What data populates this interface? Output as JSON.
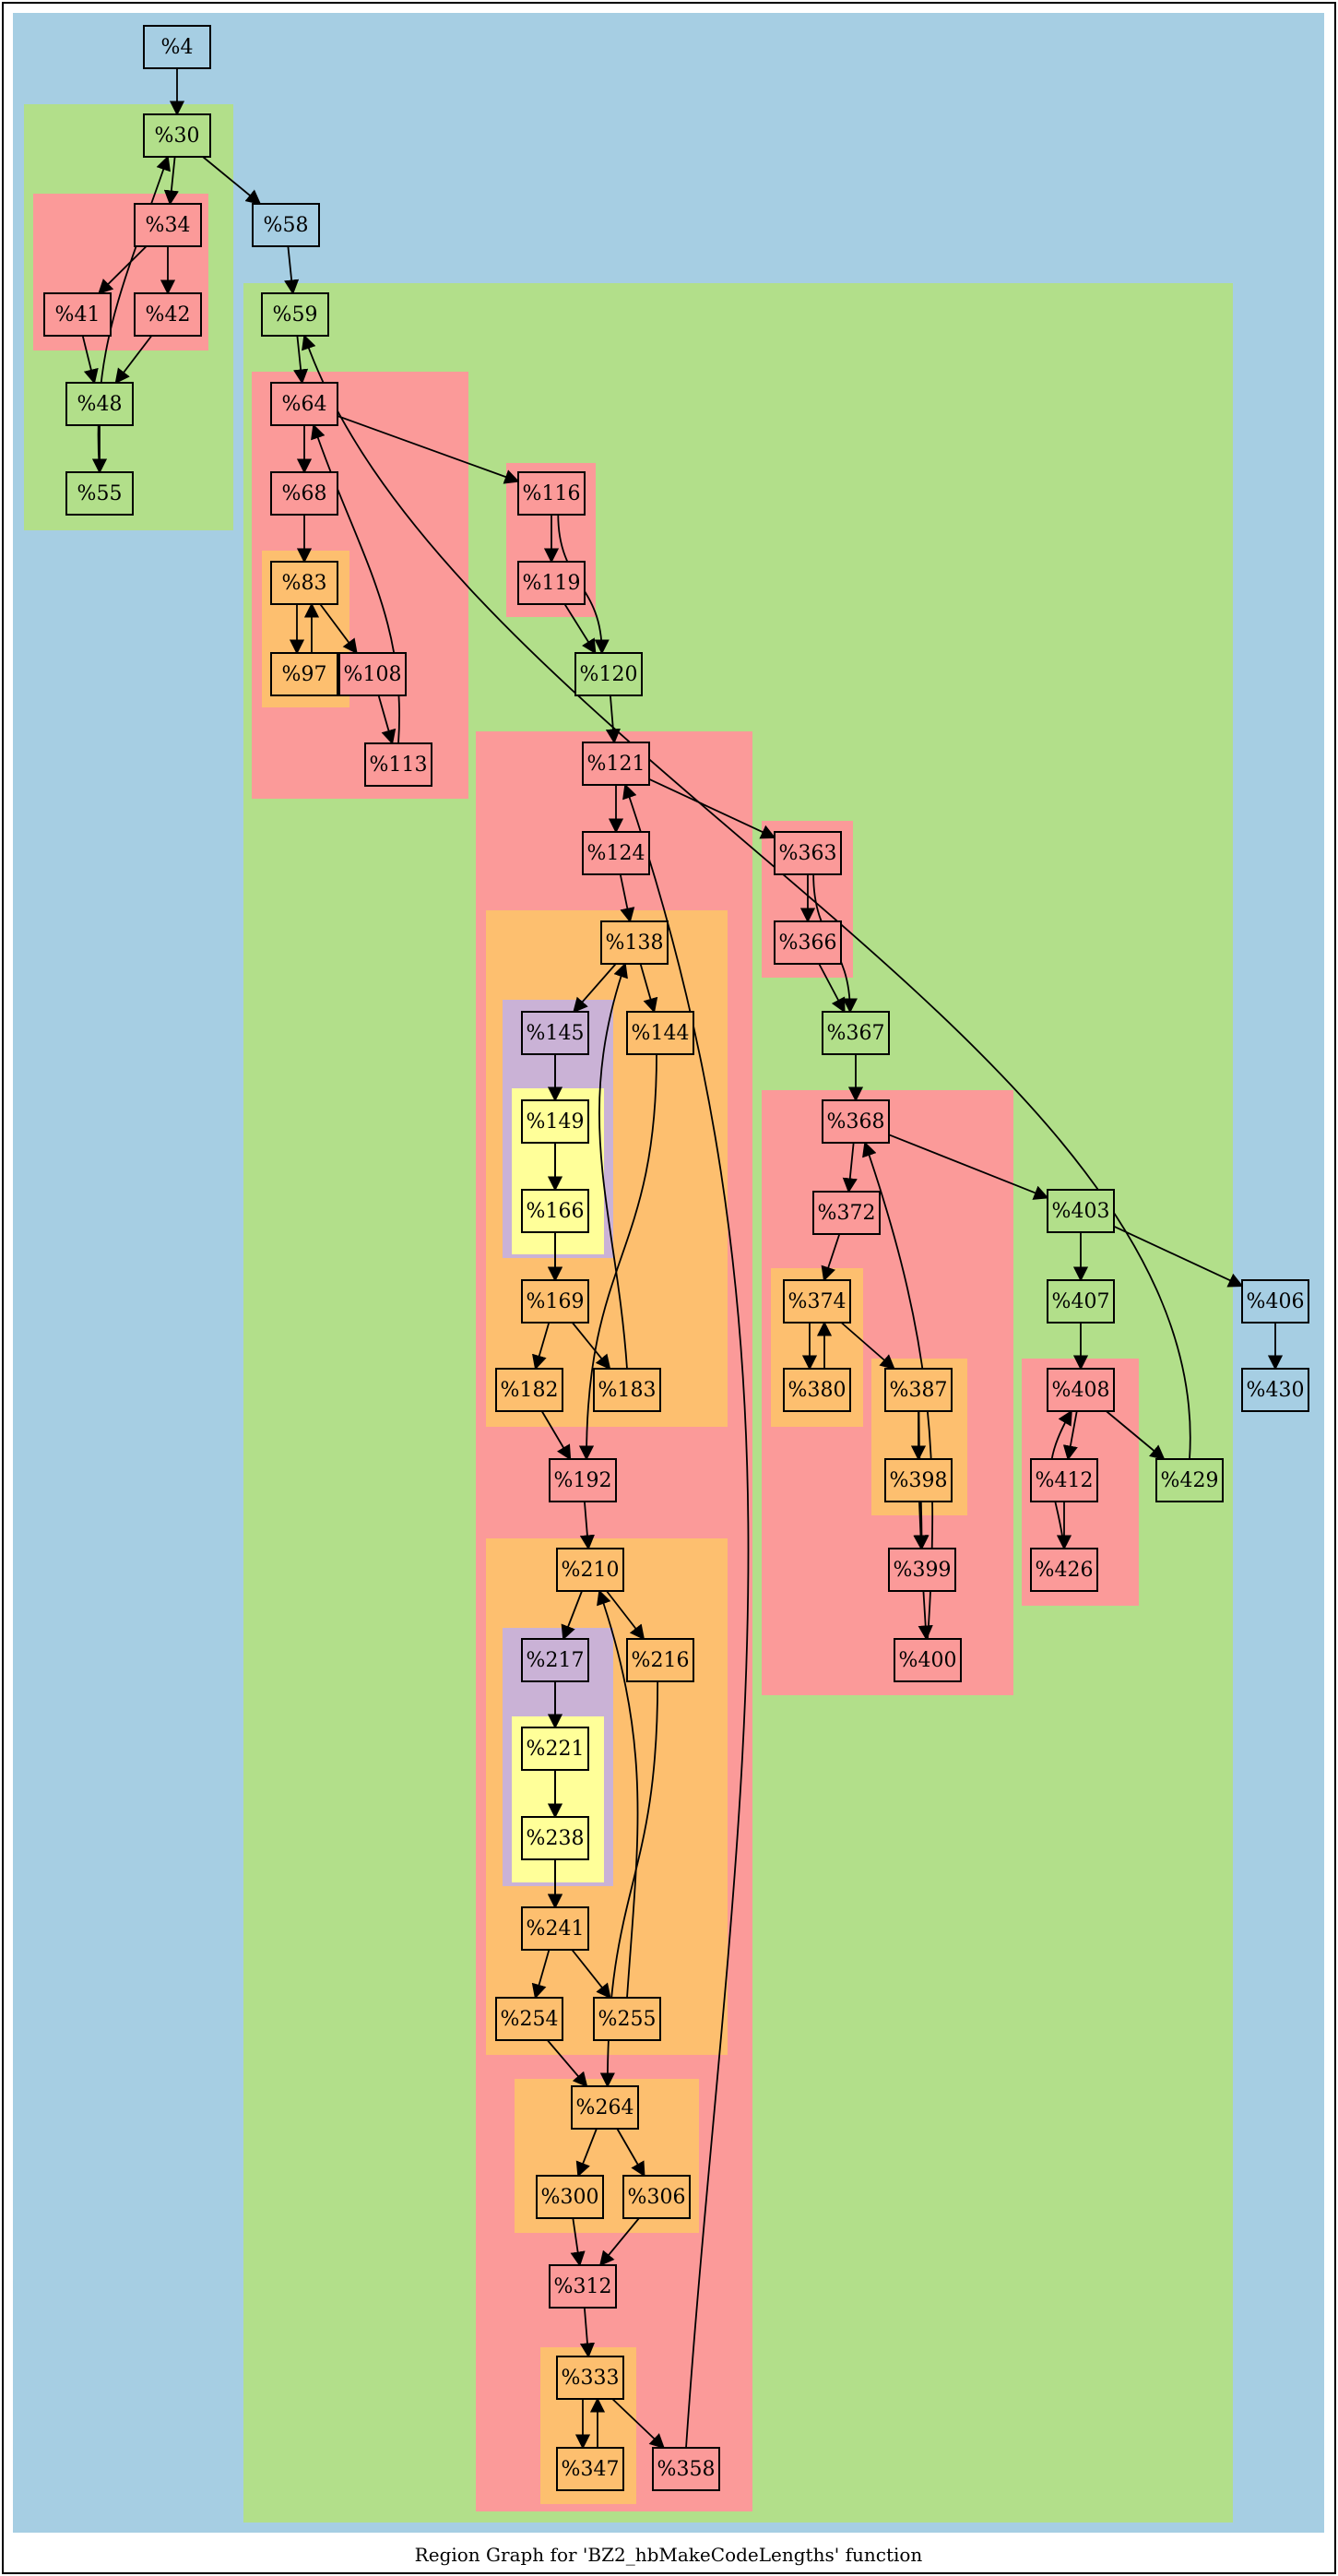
{
  "caption": "Region Graph for 'BZ2_hbMakeCodeLengths' function",
  "colors": {
    "frame_border": "#000000",
    "region_blue": "#a6cee3",
    "region_green": "#b2df8a",
    "region_red": "#fb9a99",
    "region_orange": "#fdbf6f",
    "region_purple": "#cab2d6",
    "region_yellow": "#ffff99",
    "edge": "#000000"
  },
  "nodes": [
    {
      "id": "n4",
      "label": "%4",
      "fill": "blue"
    },
    {
      "id": "n30",
      "label": "%30",
      "fill": "green"
    },
    {
      "id": "n34",
      "label": "%34",
      "fill": "red"
    },
    {
      "id": "n41",
      "label": "%41",
      "fill": "red"
    },
    {
      "id": "n42",
      "label": "%42",
      "fill": "red"
    },
    {
      "id": "n48",
      "label": "%48",
      "fill": "green"
    },
    {
      "id": "n55",
      "label": "%55",
      "fill": "green"
    },
    {
      "id": "n58",
      "label": "%58",
      "fill": "blue"
    },
    {
      "id": "n59",
      "label": "%59",
      "fill": "green"
    },
    {
      "id": "n64",
      "label": "%64",
      "fill": "red"
    },
    {
      "id": "n68",
      "label": "%68",
      "fill": "red"
    },
    {
      "id": "n83",
      "label": "%83",
      "fill": "orange"
    },
    {
      "id": "n97",
      "label": "%97",
      "fill": "orange"
    },
    {
      "id": "n108",
      "label": "%108",
      "fill": "red"
    },
    {
      "id": "n113",
      "label": "%113",
      "fill": "red"
    },
    {
      "id": "n116",
      "label": "%116",
      "fill": "red"
    },
    {
      "id": "n119",
      "label": "%119",
      "fill": "red"
    },
    {
      "id": "n120",
      "label": "%120",
      "fill": "green"
    },
    {
      "id": "n121",
      "label": "%121",
      "fill": "red"
    },
    {
      "id": "n124",
      "label": "%124",
      "fill": "red"
    },
    {
      "id": "n138",
      "label": "%138",
      "fill": "orange"
    },
    {
      "id": "n145",
      "label": "%145",
      "fill": "purple"
    },
    {
      "id": "n144",
      "label": "%144",
      "fill": "orange"
    },
    {
      "id": "n149",
      "label": "%149",
      "fill": "yellow"
    },
    {
      "id": "n166",
      "label": "%166",
      "fill": "yellow"
    },
    {
      "id": "n169",
      "label": "%169",
      "fill": "orange"
    },
    {
      "id": "n182",
      "label": "%182",
      "fill": "orange"
    },
    {
      "id": "n183",
      "label": "%183",
      "fill": "orange"
    },
    {
      "id": "n192",
      "label": "%192",
      "fill": "red"
    },
    {
      "id": "n210",
      "label": "%210",
      "fill": "orange"
    },
    {
      "id": "n217",
      "label": "%217",
      "fill": "purple"
    },
    {
      "id": "n216",
      "label": "%216",
      "fill": "orange"
    },
    {
      "id": "n221",
      "label": "%221",
      "fill": "yellow"
    },
    {
      "id": "n238",
      "label": "%238",
      "fill": "yellow"
    },
    {
      "id": "n241",
      "label": "%241",
      "fill": "orange"
    },
    {
      "id": "n254",
      "label": "%254",
      "fill": "orange"
    },
    {
      "id": "n255",
      "label": "%255",
      "fill": "orange"
    },
    {
      "id": "n264",
      "label": "%264",
      "fill": "orange"
    },
    {
      "id": "n300",
      "label": "%300",
      "fill": "orange"
    },
    {
      "id": "n306",
      "label": "%306",
      "fill": "orange"
    },
    {
      "id": "n312",
      "label": "%312",
      "fill": "red"
    },
    {
      "id": "n333",
      "label": "%333",
      "fill": "orange"
    },
    {
      "id": "n347",
      "label": "%347",
      "fill": "orange"
    },
    {
      "id": "n358",
      "label": "%358",
      "fill": "red"
    },
    {
      "id": "n363",
      "label": "%363",
      "fill": "red"
    },
    {
      "id": "n366",
      "label": "%366",
      "fill": "red"
    },
    {
      "id": "n367",
      "label": "%367",
      "fill": "green"
    },
    {
      "id": "n368",
      "label": "%368",
      "fill": "red"
    },
    {
      "id": "n372",
      "label": "%372",
      "fill": "red"
    },
    {
      "id": "n374",
      "label": "%374",
      "fill": "orange"
    },
    {
      "id": "n380",
      "label": "%380",
      "fill": "orange"
    },
    {
      "id": "n387",
      "label": "%387",
      "fill": "orange"
    },
    {
      "id": "n398",
      "label": "%398",
      "fill": "orange"
    },
    {
      "id": "n399",
      "label": "%399",
      "fill": "red"
    },
    {
      "id": "n400",
      "label": "%400",
      "fill": "red"
    },
    {
      "id": "n403",
      "label": "%403",
      "fill": "green"
    },
    {
      "id": "n407",
      "label": "%407",
      "fill": "green"
    },
    {
      "id": "n408",
      "label": "%408",
      "fill": "red"
    },
    {
      "id": "n412",
      "label": "%412",
      "fill": "red"
    },
    {
      "id": "n426",
      "label": "%426",
      "fill": "red"
    },
    {
      "id": "n429",
      "label": "%429",
      "fill": "green"
    },
    {
      "id": "n406",
      "label": "%406",
      "fill": "blue"
    },
    {
      "id": "n430",
      "label": "%430",
      "fill": "blue"
    }
  ],
  "edges": [
    [
      "n4",
      "n30"
    ],
    [
      "n30",
      "n34"
    ],
    [
      "n30",
      "n58"
    ],
    [
      "n34",
      "n41"
    ],
    [
      "n34",
      "n42"
    ],
    [
      "n41",
      "n48"
    ],
    [
      "n42",
      "n48"
    ],
    [
      "n48",
      "n55"
    ],
    [
      "n55",
      "n30"
    ],
    [
      "n58",
      "n59"
    ],
    [
      "n59",
      "n64"
    ],
    [
      "n64",
      "n68"
    ],
    [
      "n64",
      "n116"
    ],
    [
      "n68",
      "n83"
    ],
    [
      "n83",
      "n97"
    ],
    [
      "n97",
      "n83"
    ],
    [
      "n83",
      "n108"
    ],
    [
      "n108",
      "n113"
    ],
    [
      "n113",
      "n64"
    ],
    [
      "n116",
      "n119"
    ],
    [
      "n116",
      "n120"
    ],
    [
      "n119",
      "n120"
    ],
    [
      "n120",
      "n121"
    ],
    [
      "n121",
      "n124"
    ],
    [
      "n121",
      "n363"
    ],
    [
      "n124",
      "n138"
    ],
    [
      "n138",
      "n145"
    ],
    [
      "n138",
      "n144"
    ],
    [
      "n145",
      "n149"
    ],
    [
      "n145",
      "n169"
    ],
    [
      "n149",
      "n166"
    ],
    [
      "n149",
      "n169"
    ],
    [
      "n166",
      "n169"
    ],
    [
      "n169",
      "n182"
    ],
    [
      "n169",
      "n183"
    ],
    [
      "n183",
      "n138"
    ],
    [
      "n144",
      "n192"
    ],
    [
      "n182",
      "n192"
    ],
    [
      "n192",
      "n210"
    ],
    [
      "n210",
      "n217"
    ],
    [
      "n210",
      "n216"
    ],
    [
      "n217",
      "n221"
    ],
    [
      "n217",
      "n241"
    ],
    [
      "n221",
      "n238"
    ],
    [
      "n221",
      "n241"
    ],
    [
      "n238",
      "n241"
    ],
    [
      "n241",
      "n254"
    ],
    [
      "n241",
      "n255"
    ],
    [
      "n255",
      "n210"
    ],
    [
      "n216",
      "n264"
    ],
    [
      "n254",
      "n264"
    ],
    [
      "n264",
      "n300"
    ],
    [
      "n264",
      "n306"
    ],
    [
      "n300",
      "n312"
    ],
    [
      "n306",
      "n312"
    ],
    [
      "n312",
      "n333"
    ],
    [
      "n333",
      "n347"
    ],
    [
      "n347",
      "n333"
    ],
    [
      "n333",
      "n358"
    ],
    [
      "n358",
      "n121"
    ],
    [
      "n363",
      "n366"
    ],
    [
      "n363",
      "n367"
    ],
    [
      "n366",
      "n367"
    ],
    [
      "n367",
      "n368"
    ],
    [
      "n368",
      "n372"
    ],
    [
      "n368",
      "n403"
    ],
    [
      "n372",
      "n374"
    ],
    [
      "n374",
      "n380"
    ],
    [
      "n380",
      "n374"
    ],
    [
      "n374",
      "n387"
    ],
    [
      "n387",
      "n398"
    ],
    [
      "n387",
      "n399"
    ],
    [
      "n398",
      "n399"
    ],
    [
      "n399",
      "n400"
    ],
    [
      "n400",
      "n368"
    ],
    [
      "n403",
      "n407"
    ],
    [
      "n403",
      "n406"
    ],
    [
      "n407",
      "n408"
    ],
    [
      "n408",
      "n412"
    ],
    [
      "n408",
      "n429"
    ],
    [
      "n412",
      "n426"
    ],
    [
      "n426",
      "n408"
    ],
    [
      "n429",
      "n59"
    ],
    [
      "n406",
      "n430"
    ]
  ]
}
